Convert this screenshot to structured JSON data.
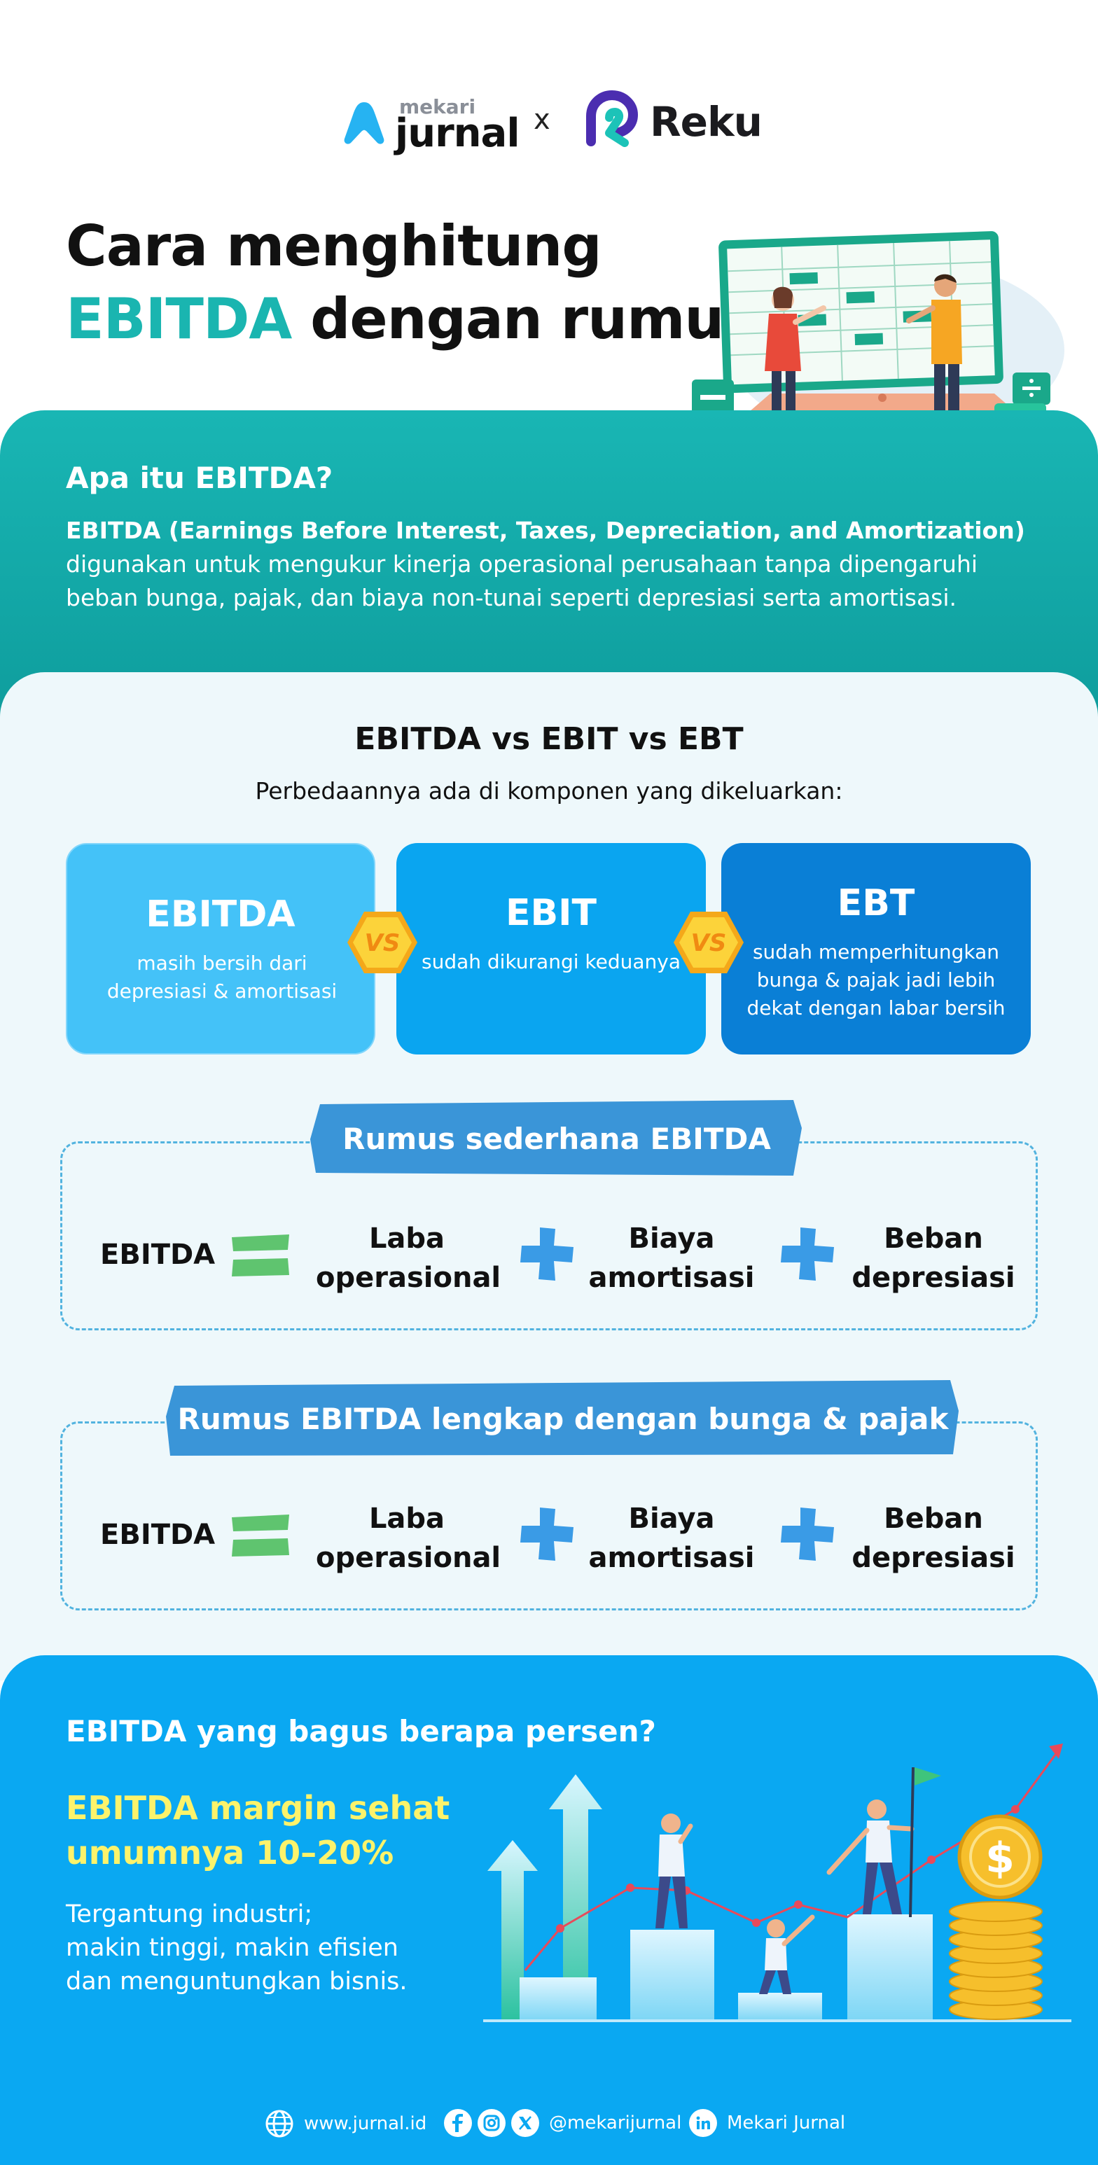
{
  "header": {
    "logo_small": "mekari",
    "logo_main": "jurnal",
    "separator": "x",
    "partner_name": "Reku"
  },
  "title": {
    "line1": "Cara menghitung",
    "accent": "EBITDA",
    "line2_rest": " dengan rumus"
  },
  "intro": {
    "heading": "Apa itu EBITDA?",
    "term": "EBITDA (Earnings Before Interest, Taxes, Depreciation, and Amortization)",
    "text": " digunakan untuk mengukur kinerja operasional perusahaan tanpa dipengaruhi beban bunga, pajak, dan biaya non-tunai seperti depresiasi serta amortisasi."
  },
  "comparison": {
    "title": "EBITDA vs EBIT vs EBT",
    "subtitle": "Perbedaannya ada di komponen yang dikeluarkan:",
    "vs_label": "VS",
    "cards": [
      {
        "name": "EBITDA",
        "desc": "masih  bersih dari depresiasi & amortisasi"
      },
      {
        "name": "EBIT",
        "desc": "sudah dikurangi keduanya"
      },
      {
        "name": "EBT",
        "desc": "sudah memperhitungkan bunga & pajak jadi lebih dekat dengan labar bersih"
      }
    ]
  },
  "formulas": [
    {
      "title": "Rumus sederhana EBITDA",
      "label": "EBITDA",
      "terms": [
        {
          "line1": "Laba",
          "line2": "operasional"
        },
        {
          "line1": "Biaya",
          "line2": "amortisasi"
        },
        {
          "line1": "Beban",
          "line2": "depresiasi"
        }
      ]
    },
    {
      "title": "Rumus EBITDA lengkap dengan bunga & pajak",
      "label": "EBITDA",
      "terms": [
        {
          "line1": "Laba",
          "line2": "operasional"
        },
        {
          "line1": "Biaya",
          "line2": "amortisasi"
        },
        {
          "line1": "Beban",
          "line2": "depresiasi"
        }
      ]
    }
  ],
  "margin": {
    "heading": "EBITDA yang bagus berapa persen?",
    "highlight": "EBITDA margin sehat umumnya 10–20%",
    "note_lines": [
      "Tergantung industri;",
      "makin tinggi, makin efisien",
      "dan menguntungkan bisnis."
    ]
  },
  "footer": {
    "website": "www.jurnal.id",
    "social_handle": "@mekarijurnal",
    "linkedin": "Mekari Jurnal"
  },
  "colors": {
    "teal": "#1ab5b0",
    "light_bg": "#eef8fb",
    "card1": "#44c2f8",
    "card2": "#0aa5f0",
    "card3": "#0a7fd6",
    "blue": "#0aa8f2",
    "highlight_yellow": "#fcf36b",
    "equals_green": "#5fc46f",
    "plus_blue": "#3a9be6"
  }
}
